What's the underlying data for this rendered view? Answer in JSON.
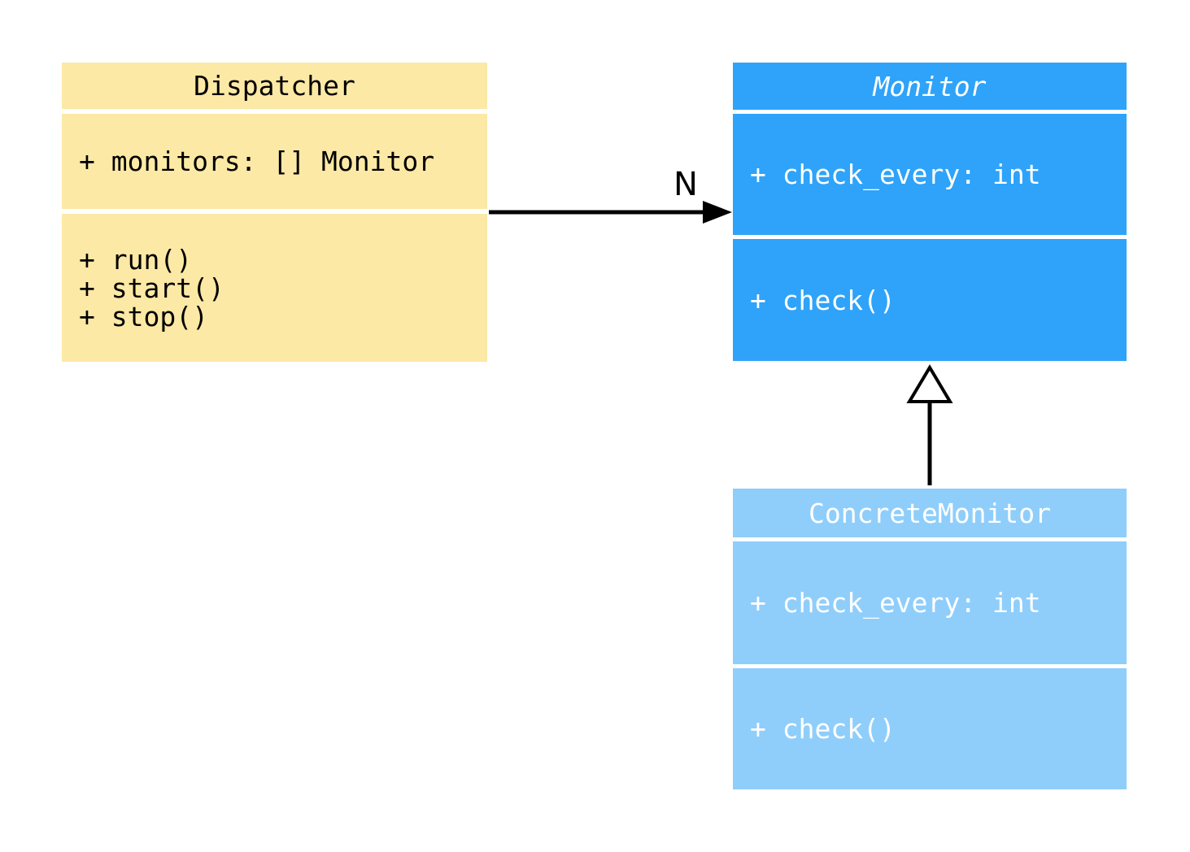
{
  "diagram": {
    "kind": "uml-class-diagram",
    "background_color": "#ffffff",
    "classes": [
      {
        "name": "Dispatcher",
        "abstract": false,
        "fill_color": "#FCE9A5",
        "text_color": "#000000",
        "attributes": [
          "+ monitors: [] Monitor"
        ],
        "methods": [
          "+ run()",
          "+ start()",
          "+ stop()"
        ]
      },
      {
        "name": "Monitor",
        "abstract": true,
        "fill_color": "#2EA3F9",
        "text_color": "#FFFFFF",
        "attributes": [
          "+ check_every: int"
        ],
        "methods": [
          "+ check()"
        ]
      },
      {
        "name": "ConcreteMonitor",
        "abstract": false,
        "fill_color": "#8FCEFB",
        "text_color": "#FFFFFF",
        "attributes": [
          "+ check_every: int"
        ],
        "methods": [
          "+ check()"
        ]
      }
    ],
    "relations": [
      {
        "type": "association",
        "from": "Dispatcher",
        "to": "Monitor",
        "label": "N",
        "line_color": "#000000"
      },
      {
        "type": "inheritance",
        "from": "ConcreteMonitor",
        "to": "Monitor",
        "label": "",
        "line_color": "#000000"
      }
    ]
  }
}
